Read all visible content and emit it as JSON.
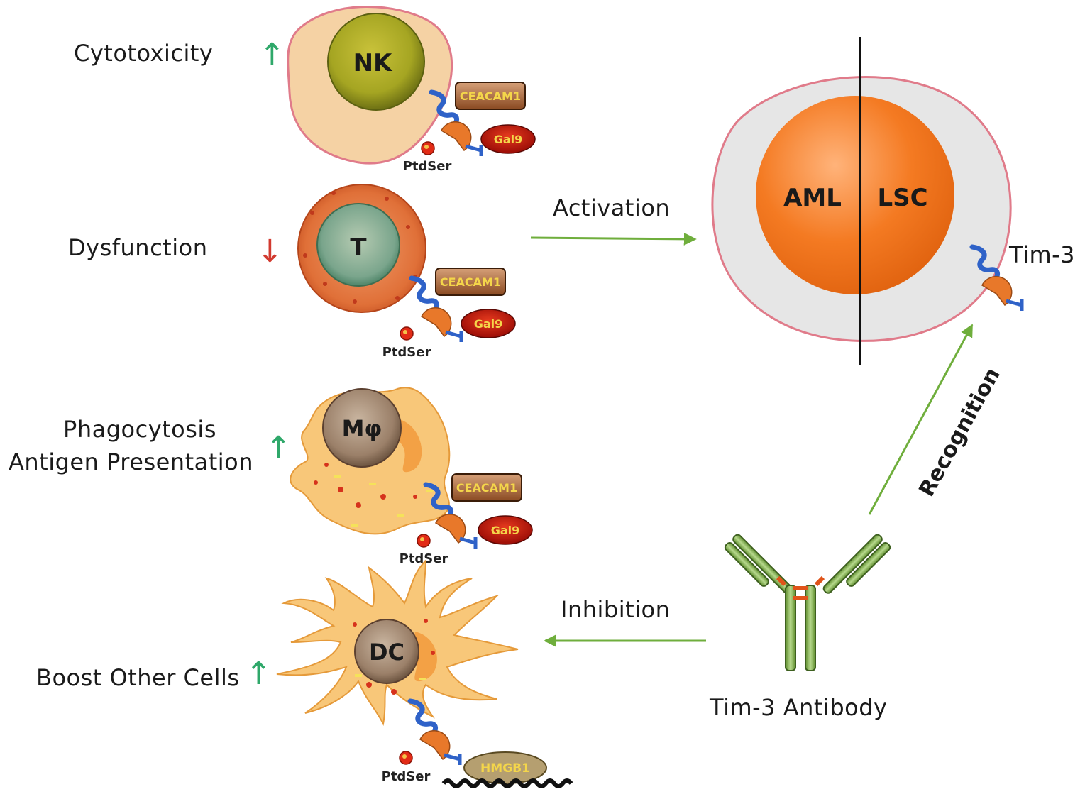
{
  "effects": {
    "nk": {
      "label": "Cytotoxicity",
      "arrow": "↑",
      "direction": "up"
    },
    "t": {
      "label": "Dysfunction",
      "arrow": "↓",
      "direction": "down"
    },
    "mac": {
      "line1": "Phagocytosis",
      "line2": "Antigen Presentation",
      "arrow": "↑",
      "direction": "up"
    },
    "dc": {
      "label": "Boost Other Cells",
      "arrow": "↑",
      "direction": "up"
    }
  },
  "cells": {
    "nk": "NK",
    "t": "T",
    "mac": "Mφ",
    "dc": "DC"
  },
  "ligands": {
    "ceacam1": "CEACAM1",
    "gal9": "Gal9",
    "ptdser": "PtdSer",
    "hmgb1": "HMGB1"
  },
  "processes": {
    "activation": "Activation",
    "inhibition": "Inhibition",
    "recognition": "Recognition"
  },
  "target_cell": {
    "left": "AML",
    "right": "LSC",
    "receptor": "Tim-3"
  },
  "antibody": {
    "label": "Tim-3 Antibody"
  },
  "colors": {
    "arrow_green": "#6fae3c",
    "up_arrow": "#2fa86a",
    "down_arrow": "#d23a2f",
    "orange": "#f07a1a",
    "receptor_blue": "#2f62c8"
  }
}
